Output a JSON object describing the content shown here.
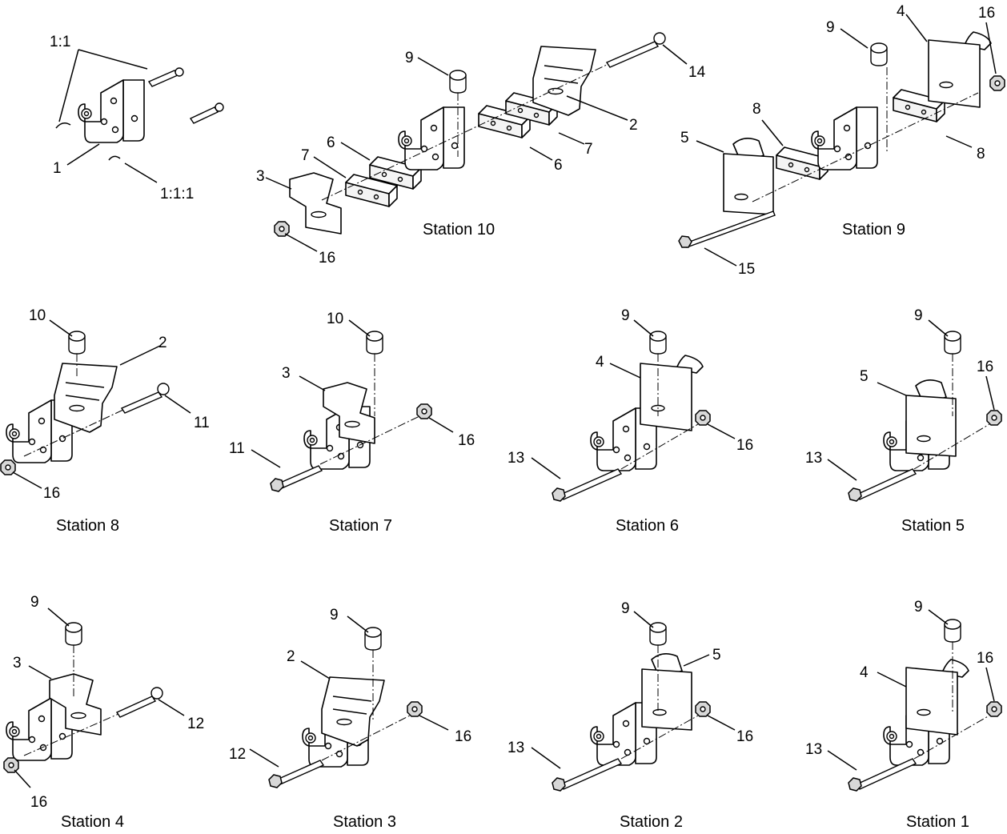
{
  "detail": {
    "labels": [
      "1:1",
      "1",
      "1:1:1"
    ]
  },
  "stations": {
    "s10": {
      "caption": "Station 10",
      "callouts": [
        "9",
        "14",
        "2",
        "7",
        "6",
        "7",
        "6",
        "3",
        "16"
      ]
    },
    "s9": {
      "caption": "Station 9",
      "callouts": [
        "9",
        "4",
        "16",
        "8",
        "5",
        "8",
        "15"
      ]
    },
    "s8": {
      "caption": "Station 8",
      "callouts": [
        "10",
        "2",
        "11",
        "16"
      ]
    },
    "s7": {
      "caption": "Station 7",
      "callouts": [
        "10",
        "3",
        "16",
        "11"
      ]
    },
    "s6": {
      "caption": "Station 6",
      "callouts": [
        "9",
        "4",
        "16",
        "13"
      ]
    },
    "s5": {
      "caption": "Station 5",
      "callouts": [
        "9",
        "16",
        "5",
        "13"
      ]
    },
    "s4": {
      "caption": "Station 4",
      "callouts": [
        "9",
        "3",
        "12",
        "16"
      ]
    },
    "s3": {
      "caption": "Station 3",
      "callouts": [
        "9",
        "2",
        "16",
        "12"
      ]
    },
    "s2": {
      "caption": "Station 2",
      "callouts": [
        "9",
        "5",
        "16",
        "13"
      ]
    },
    "s1": {
      "caption": "Station 1",
      "callouts": [
        "9",
        "16",
        "4",
        "13"
      ]
    }
  }
}
